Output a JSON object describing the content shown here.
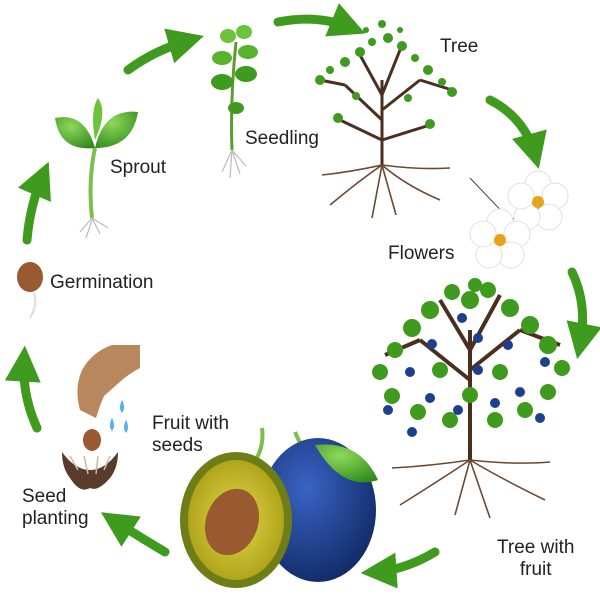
{
  "colors": {
    "arrow": "#3f9b1e",
    "leaf_dark": "#2f8a1c",
    "leaf_light": "#6cc23a",
    "trunk": "#4a2f1f",
    "root": "#6b4a33",
    "plum_blue": "#1d3f8f",
    "plum_flesh": "#c9bf26",
    "pit": "#9a5a2f",
    "hand": "#b8875e",
    "water": "#4fb2e8",
    "soil": "#5a3a2a",
    "flower_center": "#e8a317",
    "text": "#222222"
  },
  "stages": {
    "sprout": "Sprout",
    "seedling": "Seedling",
    "tree": "Tree",
    "flowers": "Flowers",
    "tree_with_fruit_line1": "Tree with",
    "tree_with_fruit_line2": "fruit",
    "fruit_with_seeds_line1": "Fruit with",
    "fruit_with_seeds_line2": "seeds",
    "seed_planting_line1": "Seed",
    "seed_planting_line2": "planting",
    "germination": "Germination"
  },
  "icons": [
    "arrow-icon",
    "sprout-icon",
    "seedling-icon",
    "tree-icon",
    "flower-icon",
    "fruit-tree-icon",
    "plum-icon",
    "seed-icon",
    "hand-icon",
    "water-drop-icon",
    "soil-icon"
  ]
}
